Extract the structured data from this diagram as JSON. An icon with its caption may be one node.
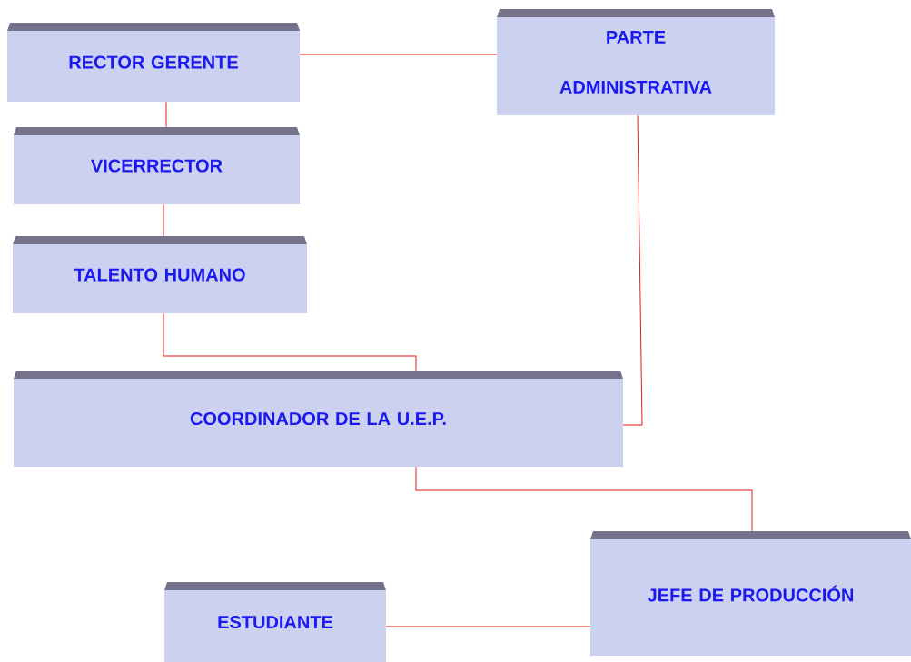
{
  "diagram": {
    "nodes": [
      {
        "text": [
          "RECTOR GERENTE"
        ]
      },
      {
        "text": [
          "PARTE ADMINISTRATIVA"
        ]
      },
      {
        "text": [
          "VICERRECTOR"
        ]
      },
      {
        "text": [
          "TALENTO HUMANO"
        ]
      },
      {
        "text": [
          "COORDINADOR DE LA U.E.P."
        ]
      },
      {
        "text": [
          "JEFE DE PRODUCCIÓN"
        ]
      },
      {
        "text": [
          "ESTUDIANTE"
        ]
      }
    ],
    "edges": [
      {
        "from": 0,
        "to": 1,
        "arrow": "none"
      },
      {
        "from": 0,
        "to": 2,
        "arrow": "none"
      },
      {
        "from": 2,
        "to": 3,
        "arrow": "none"
      },
      {
        "from": 3,
        "to": 4,
        "arrow": "none"
      },
      {
        "from": 1,
        "to": 4,
        "arrow": "none"
      },
      {
        "from": 4,
        "to": 5,
        "arrow": "none"
      },
      {
        "from": 5,
        "to": 6,
        "arrow": "none"
      }
    ]
  }
}
